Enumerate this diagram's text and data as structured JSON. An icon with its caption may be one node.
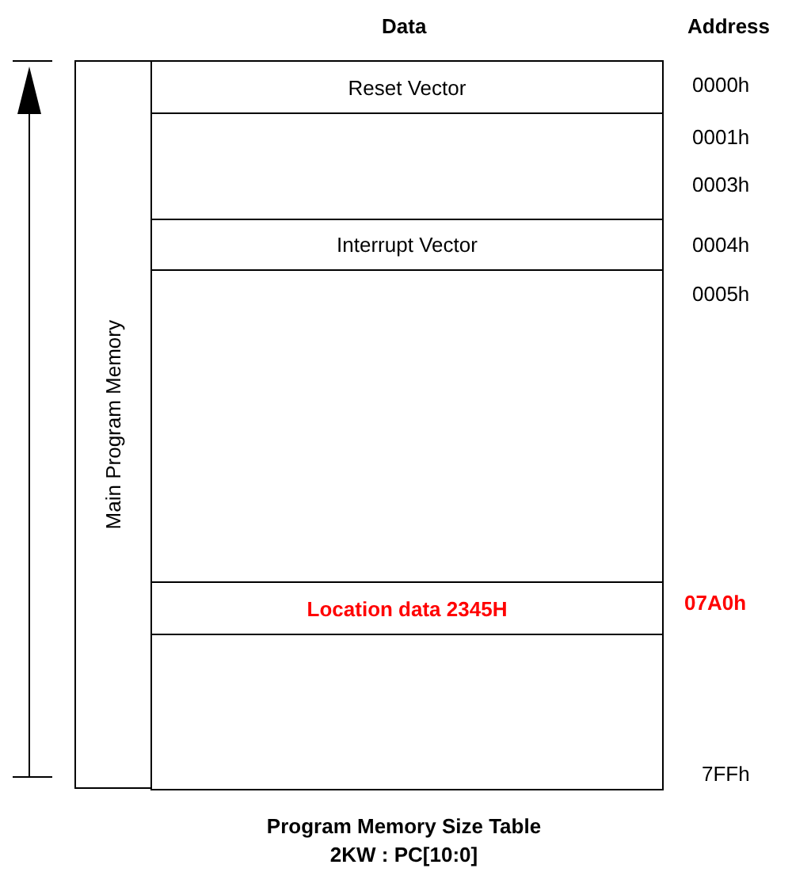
{
  "diagram": {
    "caption": "Program Memory Size Table 2KW :  PC[10:0]",
    "nodes": [
      {
        "text": [
          "Main Program Memory"
        ]
      },
      {
        "text": [
          "Reset Vector"
        ]
      },
      {
        "text": [
          "Interrupt Vector"
        ]
      },
      {
        "text": [
          "Location data 2345H"
        ]
      }
    ],
    "edges": [],
    "labels": [
      "Data",
      "Address",
      "0000h",
      "0001h",
      "0003h",
      "0004h",
      "0005h",
      "07A0h",
      "7FFh"
    ]
  }
}
